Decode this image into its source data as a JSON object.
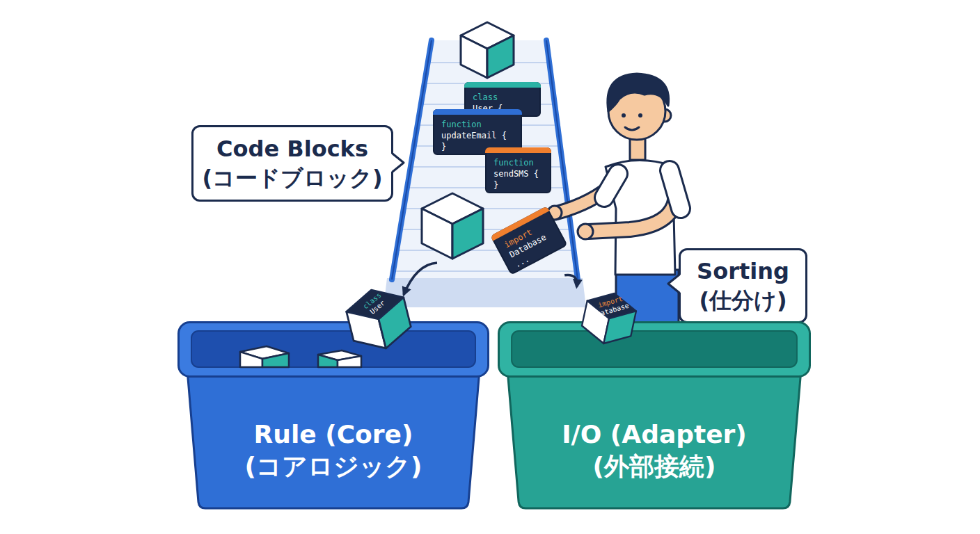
{
  "diagram": {
    "nodes": [
      {
        "text": [
          "class",
          "User {"
        ]
      },
      {
        "text": [
          "function",
          "updateEmail { }"
        ]
      },
      {
        "text": [
          "Code Blocks (コードブロック)"
        ]
      },
      {
        "text": [
          "function",
          "sendSMS { }"
        ]
      },
      {
        "text": [
          "import",
          "Database ..."
        ]
      },
      {
        "text": [
          "Sorting (仕分け)"
        ]
      },
      {
        "text": [
          "import",
          "Database"
        ]
      },
      {
        "text": [
          "class",
          "User"
        ]
      },
      {
        "text": [
          "Rule (Core) (コアロジック)"
        ]
      },
      {
        "text": [
          "I/O (Adapter) (外部接続)"
        ]
      }
    ],
    "edges": [
      {
        "from": 4,
        "to": 6,
        "arrow": "to"
      }
    ]
  }
}
